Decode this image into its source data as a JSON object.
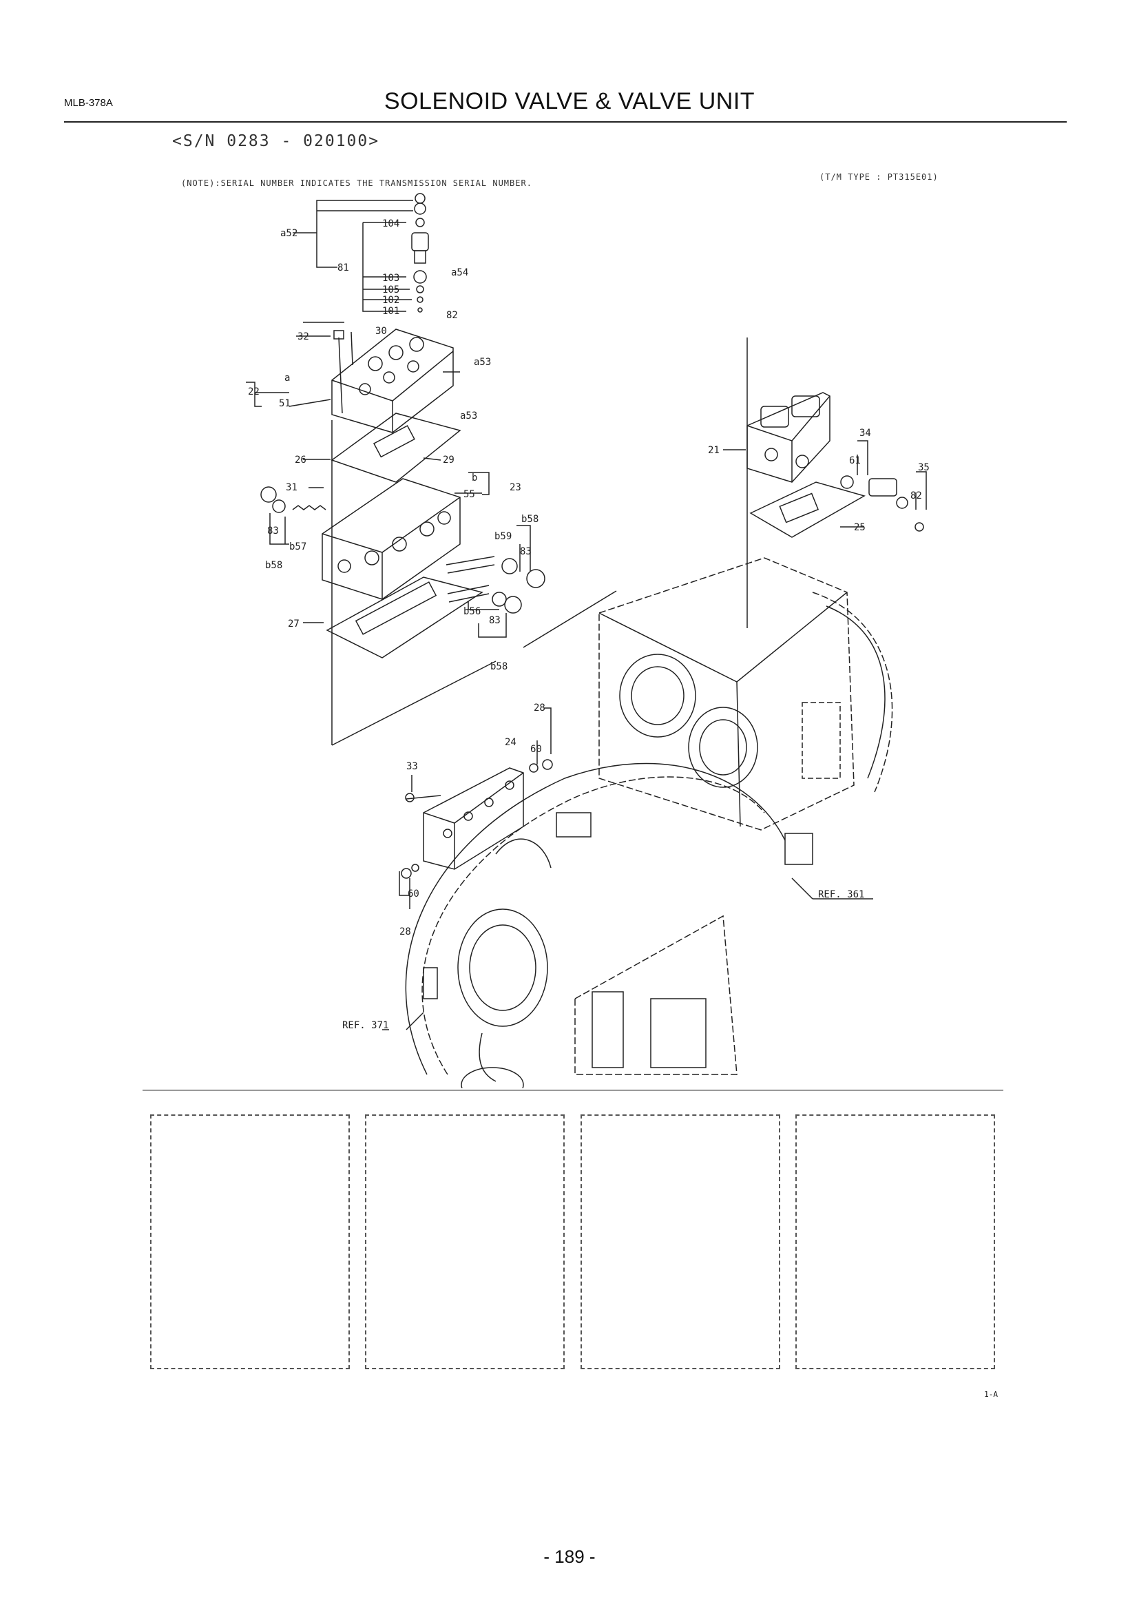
{
  "header": {
    "code": "MLB-378A",
    "title": "SOLENOID VALVE & VALVE UNIT"
  },
  "serial_range": "<S/N 0283 - 020100>",
  "note": "(NOTE):SERIAL NUMBER INDICATES THE TRANSMISSION SERIAL NUMBER.",
  "tm_type": "(T/M TYPE : PT315E01)",
  "part_labels": {
    "l104": "104",
    "a52": "a52",
    "l81": "81",
    "l103": "103",
    "a54": "a54",
    "l105": "105",
    "l102": "102",
    "l101": "101",
    "l82a": "82",
    "l32": "32",
    "l30": "30",
    "a53a": "a53",
    "l22": "22",
    "la": "a",
    "l51": "51",
    "a53b": "a53",
    "l26": "26",
    "l29": "29",
    "lb": "b",
    "l23": "23",
    "l55": "55",
    "l31": "31",
    "b58a": "b58",
    "b59": "b59",
    "l83a": "83",
    "l83b": "83",
    "b57": "b57",
    "b58b": "b58",
    "l27": "27",
    "b56": "b56",
    "l83c": "83",
    "b58c": "b58",
    "l21": "21",
    "l34": "34",
    "l61": "61",
    "l35": "35",
    "l82b": "82",
    "l25": "25",
    "l28a": "28",
    "l24": "24",
    "l60a": "60",
    "l33": "33",
    "l60b": "60",
    "l28b": "28",
    "ref361": "REF. 361",
    "ref371": "REF. 371"
  },
  "page_ref": "1-A",
  "page_number": "- 189 -"
}
